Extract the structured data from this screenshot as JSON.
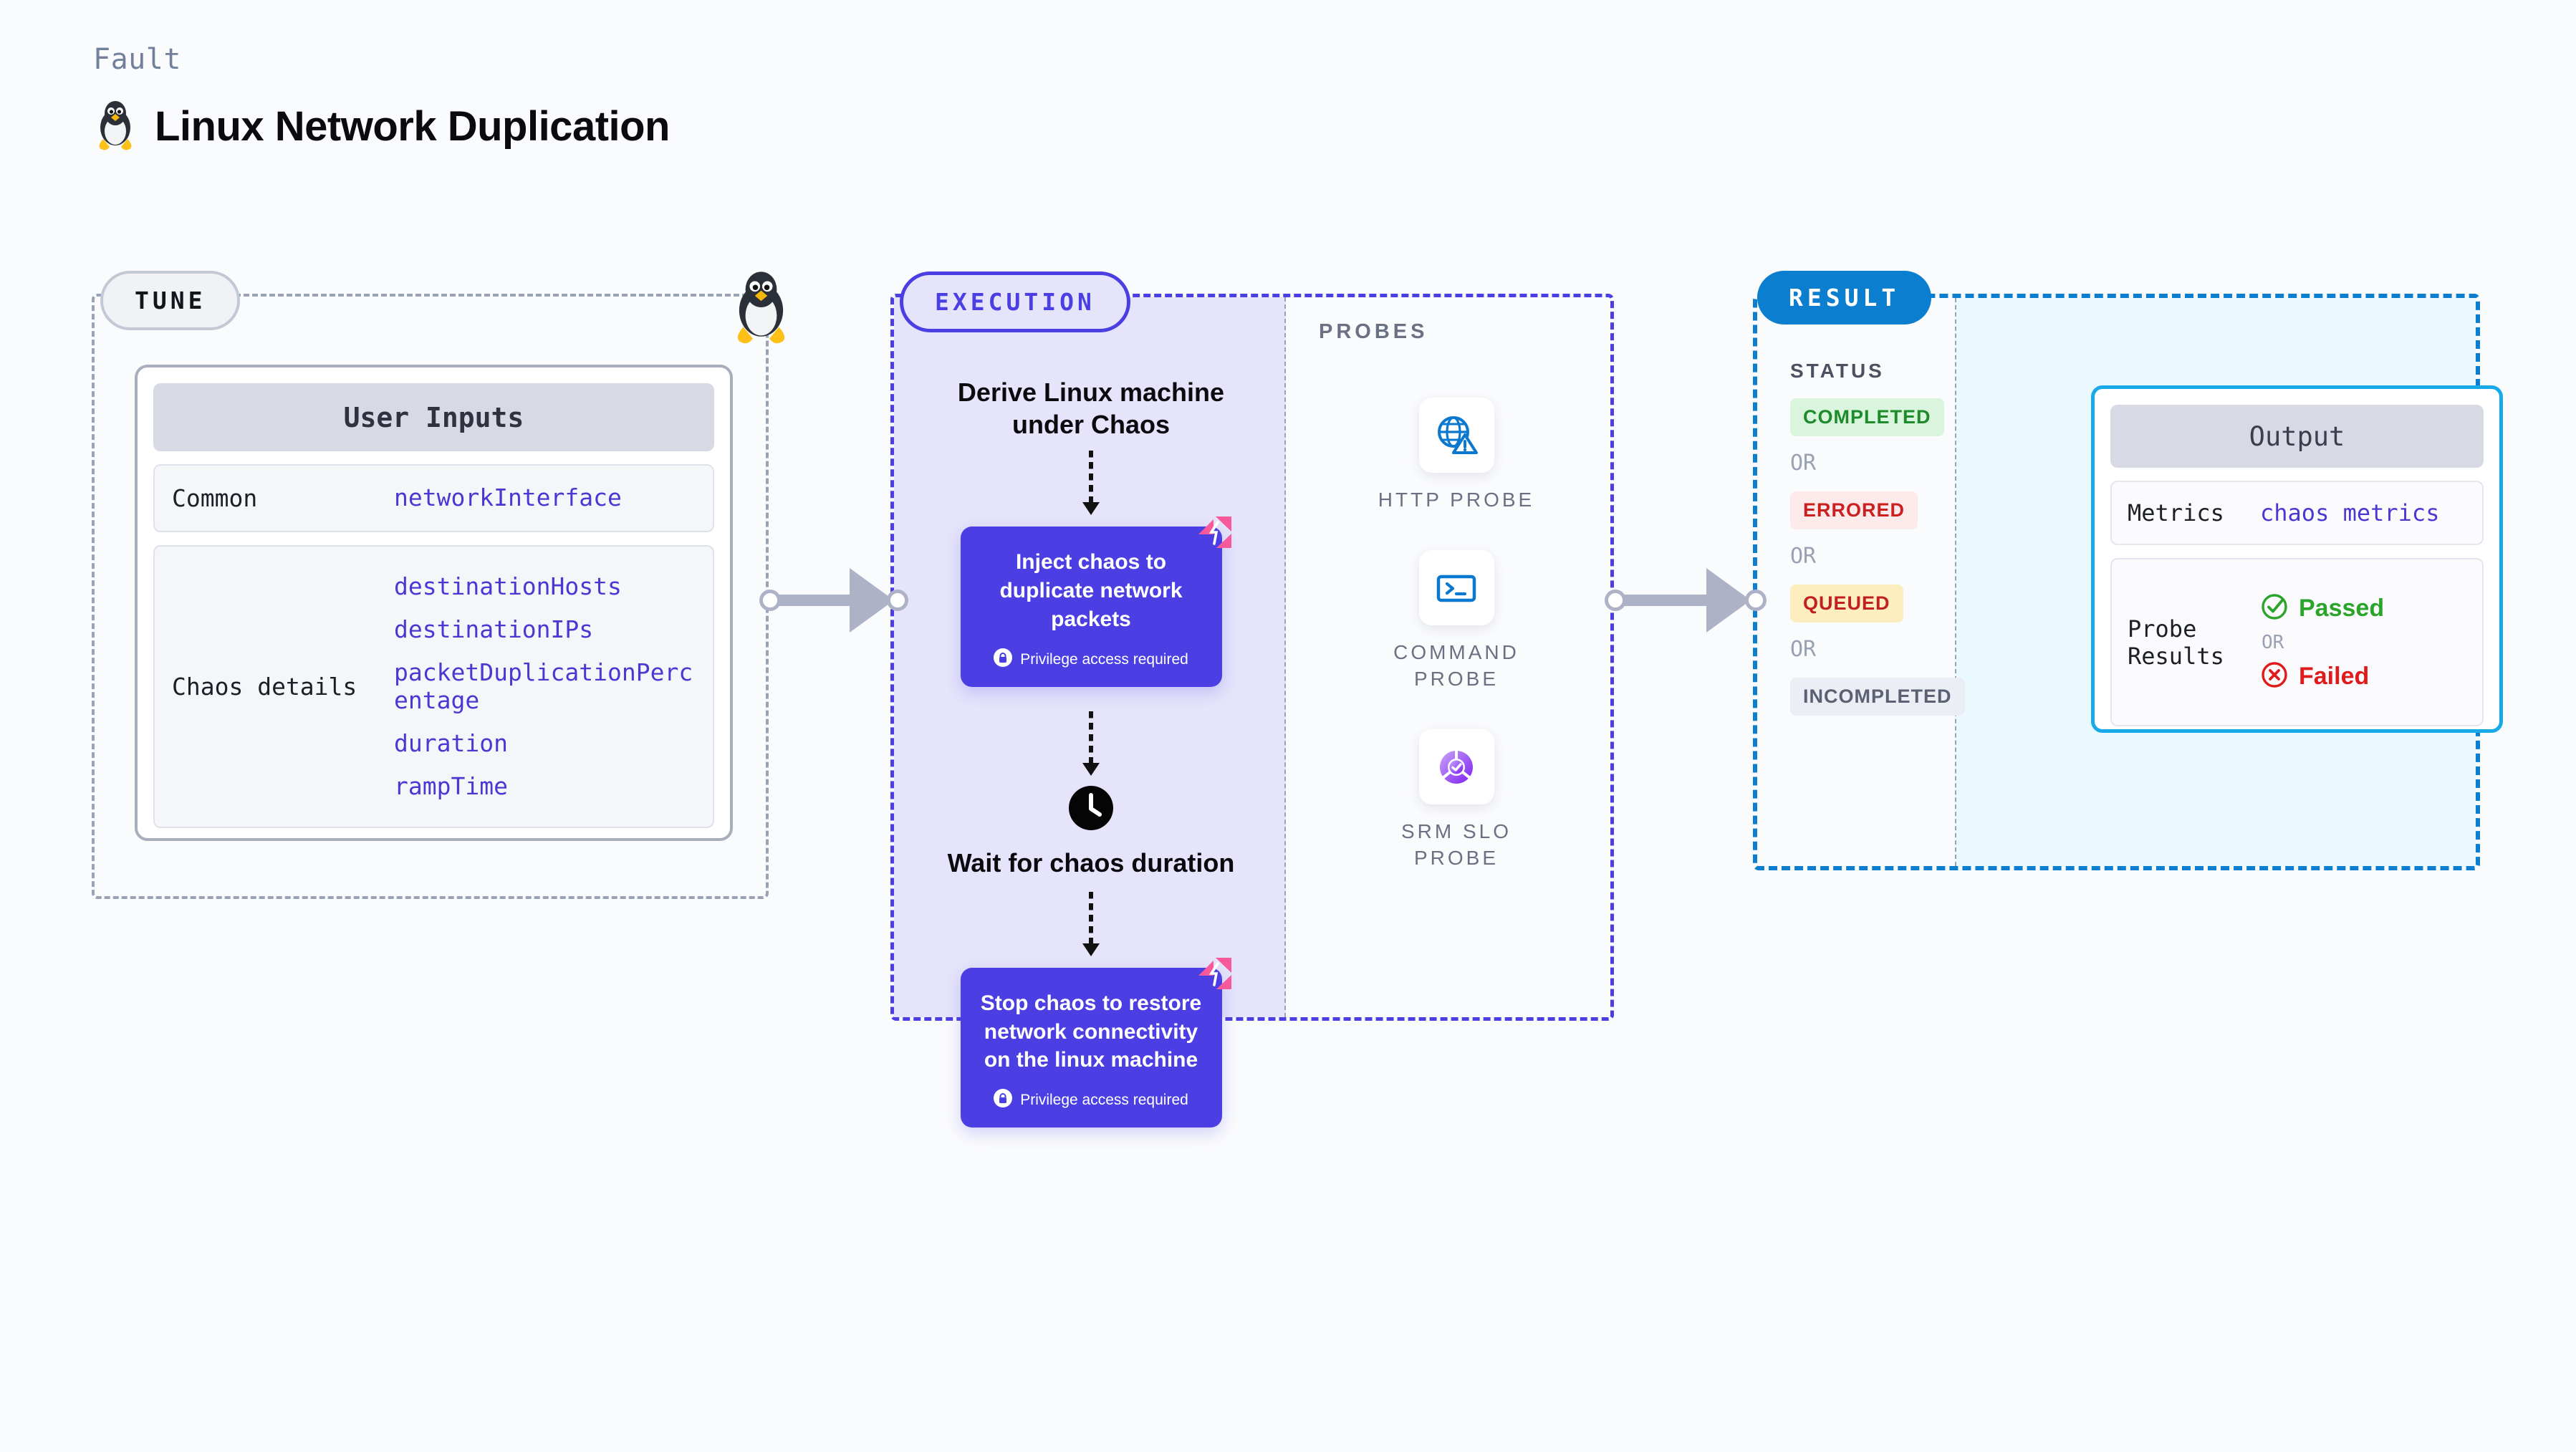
{
  "header": {
    "eyebrow": "Fault",
    "title": "Linux Network Duplication",
    "icon": "tux-linux-icon"
  },
  "tune": {
    "pill_label": "TUNE",
    "card_title": "User Inputs",
    "groups": [
      {
        "label": "Common",
        "values": [
          "networkInterface"
        ]
      },
      {
        "label": "Chaos details",
        "values": [
          "destinationHosts",
          "destinationIPs",
          "packetDuplicationPercentage",
          "duration",
          "rampTime"
        ]
      }
    ]
  },
  "execution": {
    "pill_label": "EXECUTION",
    "steps": [
      {
        "kind": "title",
        "label": "Derive Linux machine under Chaos"
      },
      {
        "kind": "chaos-box",
        "label": "Inject chaos to duplicate network packets",
        "privilege": "Privilege access required"
      },
      {
        "kind": "clock",
        "label": "Wait for chaos duration"
      },
      {
        "kind": "chaos-box",
        "label": "Stop chaos to restore network connectivity on the linux machine",
        "privilege": "Privilege access required"
      }
    ]
  },
  "probes": {
    "section_label": "PROBES",
    "items": [
      {
        "name": "HTTP PROBE",
        "icon": "globe-warning-icon"
      },
      {
        "name": "COMMAND PROBE",
        "icon": "terminal-prompt-icon"
      },
      {
        "name": "SRM SLO PROBE",
        "icon": "slo-donut-check-icon"
      }
    ]
  },
  "result": {
    "pill_label": "RESULT",
    "status_heading": "STATUS",
    "or_label": "OR",
    "statuses": [
      {
        "label": "COMPLETED",
        "bg": "#d9f5dd",
        "fg": "#1d8b2a"
      },
      {
        "label": "ERRORED",
        "bg": "#fdeaea",
        "fg": "#cc1f1f"
      },
      {
        "label": "QUEUED",
        "bg": "#fdeec0",
        "fg": "#c21f1f"
      },
      {
        "label": "INCOMPLETED",
        "bg": "#eceef5",
        "fg": "#5b6172"
      }
    ],
    "output": {
      "title": "Output",
      "metrics_label": "Metrics",
      "metrics_value": "chaos metrics",
      "probe_results_label": "Probe Results",
      "passed_label": "Passed",
      "failed_label": "Failed",
      "or_label": "OR"
    }
  },
  "colors": {
    "accent_purple": "#4b3fe4",
    "accent_blue": "#0b7ed0",
    "accent_cyan": "#18a9e8",
    "litmus_pink": "#f8599b",
    "passed_green": "#2aa52a",
    "failed_red": "#e01b1b",
    "code_indigo": "#4b38d3"
  }
}
